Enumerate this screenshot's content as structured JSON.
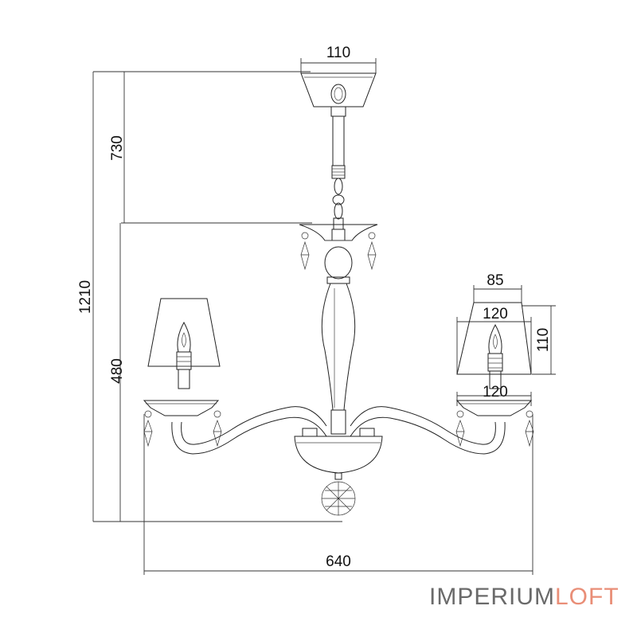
{
  "dimensions": {
    "canopy_width": "110",
    "chain_length": "730",
    "total_height": "1210",
    "body_height": "480",
    "shade_top_width": "85",
    "shade_bottom_width": "120",
    "shade_height": "110",
    "cup_width": "120",
    "total_width": "640"
  },
  "brand": {
    "part1": "IMPERIUM",
    "part2": "LOFT",
    "color_part1": "#6a6a6a",
    "color_part2": "#e98e77"
  }
}
